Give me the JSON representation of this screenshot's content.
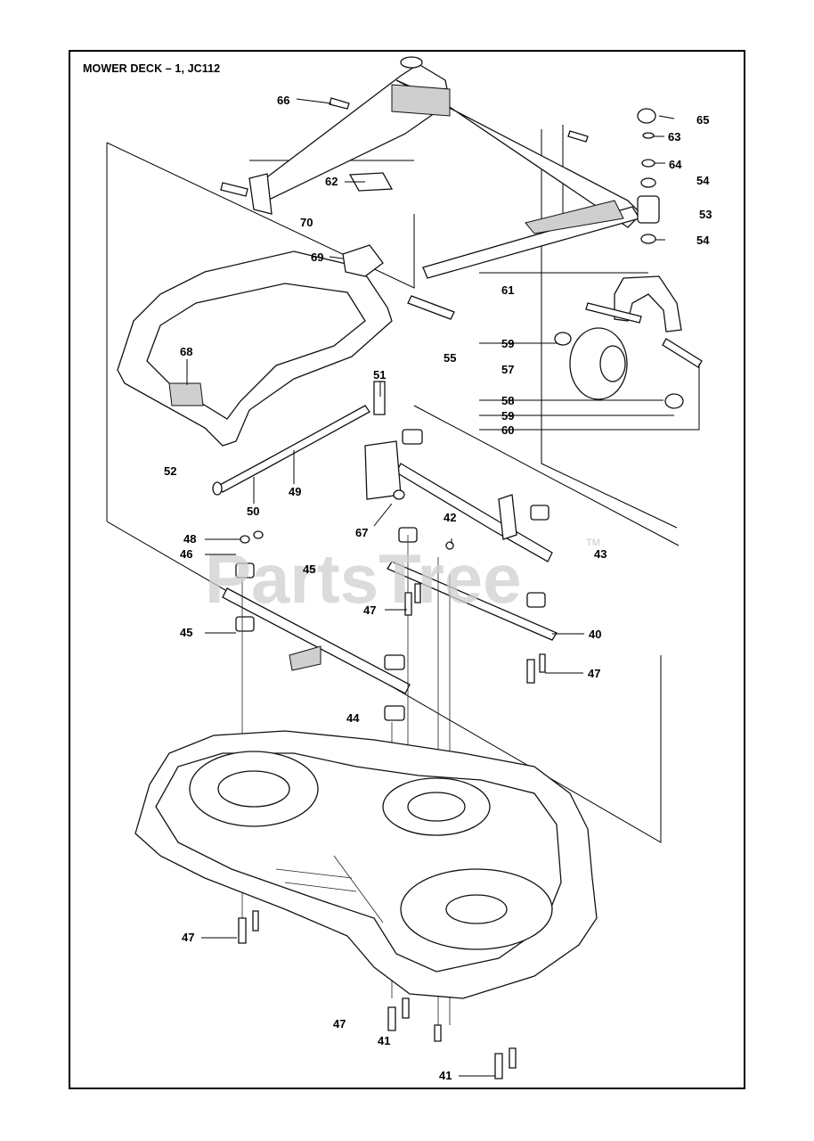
{
  "title": "MOWER DECK – 1, JC112",
  "watermark": {
    "text": "PartsTree",
    "trademark": "TM"
  },
  "labels": {
    "p66": "66",
    "p62": "62",
    "p70": "70",
    "p69": "69",
    "p68": "68",
    "p52": "52",
    "p51": "51",
    "p49": "49",
    "p50": "50",
    "p67": "67",
    "p65": "65",
    "p63": "63",
    "p64": "64",
    "p54a": "54",
    "p53": "53",
    "p54b": "54",
    "p61": "61",
    "p59a": "59",
    "p55": "55",
    "p57": "57",
    "p58": "58",
    "p59b": "59",
    "p60": "60",
    "p42": "42",
    "p43": "43",
    "p48": "48",
    "p46": "46",
    "p45a": "45",
    "p45b": "45",
    "p47a": "47",
    "p40": "40",
    "p47b": "47",
    "p44": "44",
    "p47c": "47",
    "p47d": "47",
    "p41a": "41",
    "p41b": "41"
  }
}
